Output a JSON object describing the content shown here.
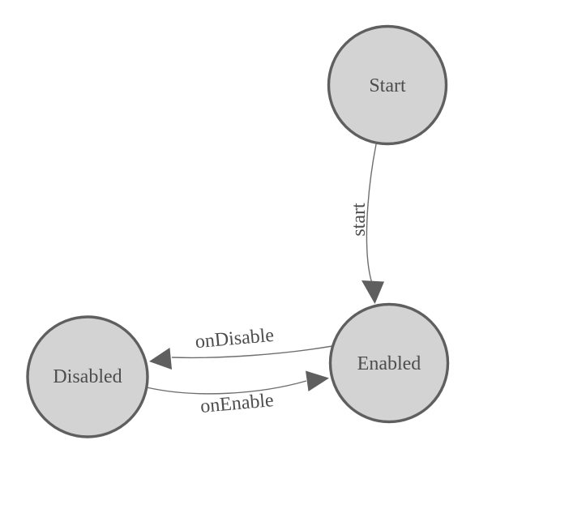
{
  "diagram_type": "state-machine",
  "colors": {
    "background": "#ffffff",
    "node_fill": "#d3d3d3",
    "node_stroke": "#5f5f5f",
    "edge_stroke": "#6e6e6e",
    "arrow_fill": "#5f5f5f",
    "label_text": "#4d4d4d"
  },
  "nodes": {
    "start": {
      "label": "Start"
    },
    "enabled": {
      "label": "Enabled"
    },
    "disabled": {
      "label": "Disabled"
    }
  },
  "edges": {
    "start_to_enabled": {
      "from": "Start",
      "to": "Enabled",
      "label": "start"
    },
    "enabled_to_disabled": {
      "from": "Enabled",
      "to": "Disabled",
      "label": "onDisable"
    },
    "disabled_to_enabled": {
      "from": "Disabled",
      "to": "Enabled",
      "label": "onEnable"
    }
  }
}
